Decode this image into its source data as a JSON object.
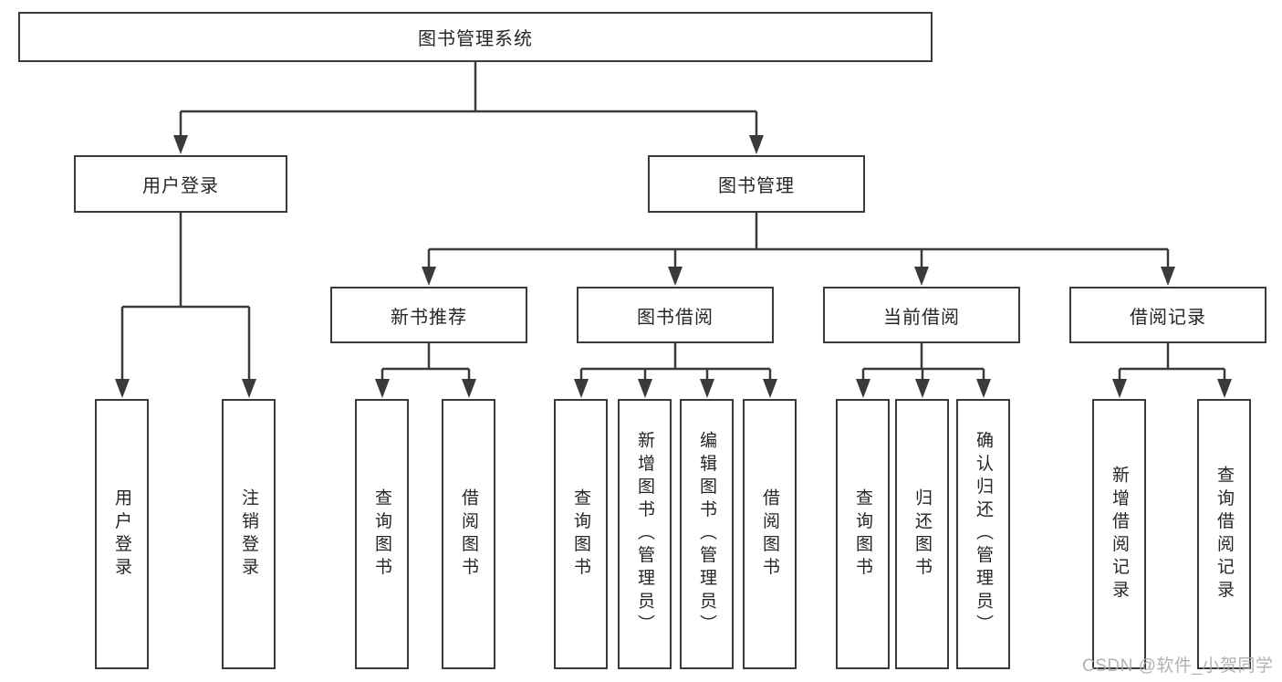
{
  "diagram": {
    "type": "hierarchy",
    "colors": {
      "line": "#3a3a3a",
      "box_border": "#3a3a3a",
      "box_fill": "#ffffff",
      "text": "#262626",
      "watermark": "#a9a9a9"
    },
    "root": {
      "label": "图书管理系统"
    },
    "level2": [
      {
        "label": "用户登录"
      },
      {
        "label": "图书管理"
      }
    ],
    "level3": [
      {
        "label": "新书推荐",
        "parent": "图书管理"
      },
      {
        "label": "图书借阅",
        "parent": "图书管理"
      },
      {
        "label": "当前借阅",
        "parent": "图书管理"
      },
      {
        "label": "借阅记录",
        "parent": "图书管理"
      }
    ],
    "leaves": [
      {
        "label": "用户登录",
        "parent": "用户登录"
      },
      {
        "label": "注销登录",
        "parent": "用户登录"
      },
      {
        "label": "查询图书",
        "parent": "新书推荐"
      },
      {
        "label": "借阅图书",
        "parent": "新书推荐"
      },
      {
        "label": "查询图书",
        "parent": "图书借阅"
      },
      {
        "label": "新增图书（管理员）",
        "parent": "图书借阅"
      },
      {
        "label": "编辑图书（管理员）",
        "parent": "图书借阅"
      },
      {
        "label": "借阅图书",
        "parent": "图书借阅"
      },
      {
        "label": "查询图书",
        "parent": "当前借阅"
      },
      {
        "label": "归还图书",
        "parent": "当前借阅"
      },
      {
        "label": "确认归还（管理员）",
        "parent": "当前借阅"
      },
      {
        "label": "新增借阅记录",
        "parent": "借阅记录"
      },
      {
        "label": "查询借阅记录",
        "parent": "借阅记录"
      }
    ],
    "watermark": {
      "text": "CSDN @软件_小贺同学"
    }
  }
}
